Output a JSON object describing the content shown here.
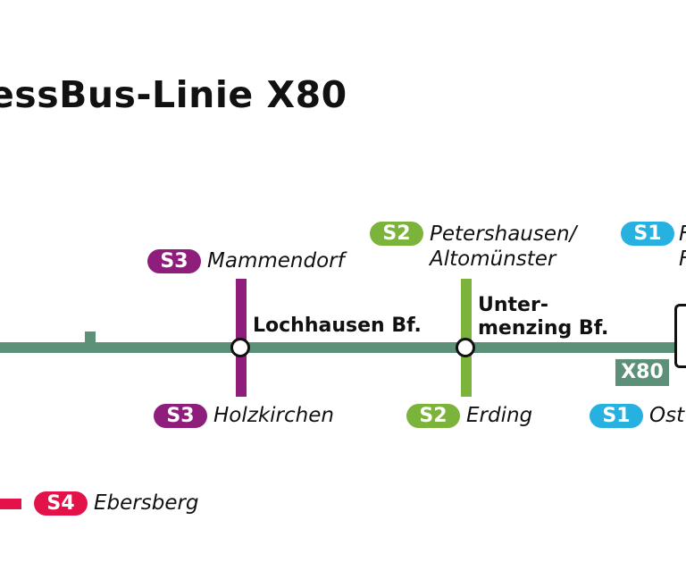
{
  "title": "essBus-Linie X80",
  "colors": {
    "bus_line": "#5d9079",
    "s1": "#27b1e0",
    "s2": "#7cb33a",
    "s3": "#8e1d7c",
    "s4": "#e3134a"
  },
  "stations": [
    {
      "name": "Lochhausen Bf."
    },
    {
      "name": "Unter-\nmenzing Bf."
    }
  ],
  "connections": {
    "s3_north": {
      "line": "S3",
      "destination": "Mammendorf"
    },
    "s3_south": {
      "line": "S3",
      "destination": "Holzkirchen"
    },
    "s2_north": {
      "line": "S2",
      "destination": "Petershausen/\nAltomünster"
    },
    "s2_south": {
      "line": "S2",
      "destination": "Erding"
    },
    "s1_north": {
      "line": "S1",
      "destination": "F\nF"
    },
    "s1_south": {
      "line": "S1",
      "destination": "Ost"
    },
    "s4": {
      "line": "S4",
      "destination": "Ebersberg"
    }
  },
  "bus_label": "X80"
}
